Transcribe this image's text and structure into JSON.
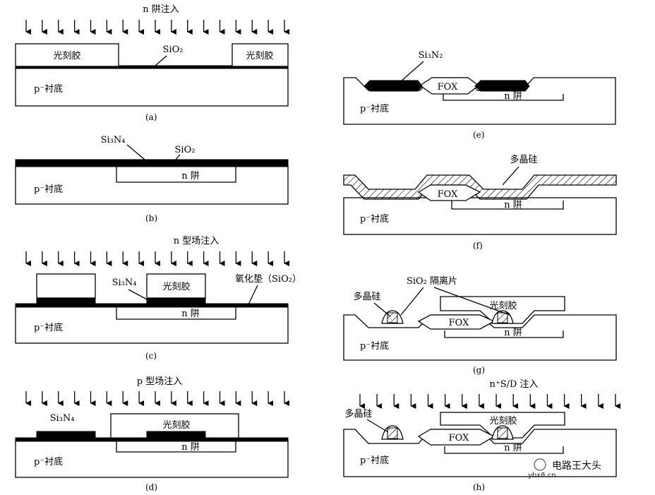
{
  "panels": {
    "a": {
      "caption": "(a)",
      "implant": "n 阱注入",
      "oxide": "SiO₂",
      "resist_left": "光刻胶",
      "resist_right": "光刻胶",
      "substrate": "p⁻衬底"
    },
    "b": {
      "caption": "(b)",
      "nitride": "Si₃N₄",
      "oxide": "SiO₂",
      "well": "n 阱",
      "substrate": "p⁻衬底"
    },
    "c": {
      "caption": "(c)",
      "implant": "n 型场注入",
      "nitride": "Si₃N₄",
      "resist": "光刻胶",
      "pad_oxide": "氧化垫（SiO₂）",
      "well": "n 阱",
      "substrate": "p⁻衬底"
    },
    "d": {
      "caption": "(d)",
      "implant": "p 型场注入",
      "nitride": "Si₃N₄",
      "resist": "光刻胶",
      "well": "n 阱",
      "substrate": "p⁻衬底"
    },
    "e": {
      "caption": "(e)",
      "nitride": "Si₃N₂",
      "fox": "FOX",
      "well": "n 阱",
      "substrate": "p⁻衬底"
    },
    "f": {
      "caption": "(f)",
      "poly": "多晶硅",
      "fox": "FOX",
      "well": "n 阱",
      "substrate": "p⁻衬底"
    },
    "g": {
      "caption": "(g)",
      "poly": "多晶硅",
      "spacer": "SiO₂ 隔离片",
      "resist": "光刻胶",
      "fox": "FOX",
      "well": "n 阱",
      "substrate": "p⁻衬底"
    },
    "h": {
      "caption": "(h)",
      "implant": "n⁺S/D 注入",
      "poly": "多晶硅",
      "resist": "光刻胶",
      "fox": "FOX",
      "well": "n 阱",
      "substrate": "p⁻衬底"
    }
  },
  "watermark": {
    "name": "电路王大头",
    "site": "ybx8.cn"
  }
}
